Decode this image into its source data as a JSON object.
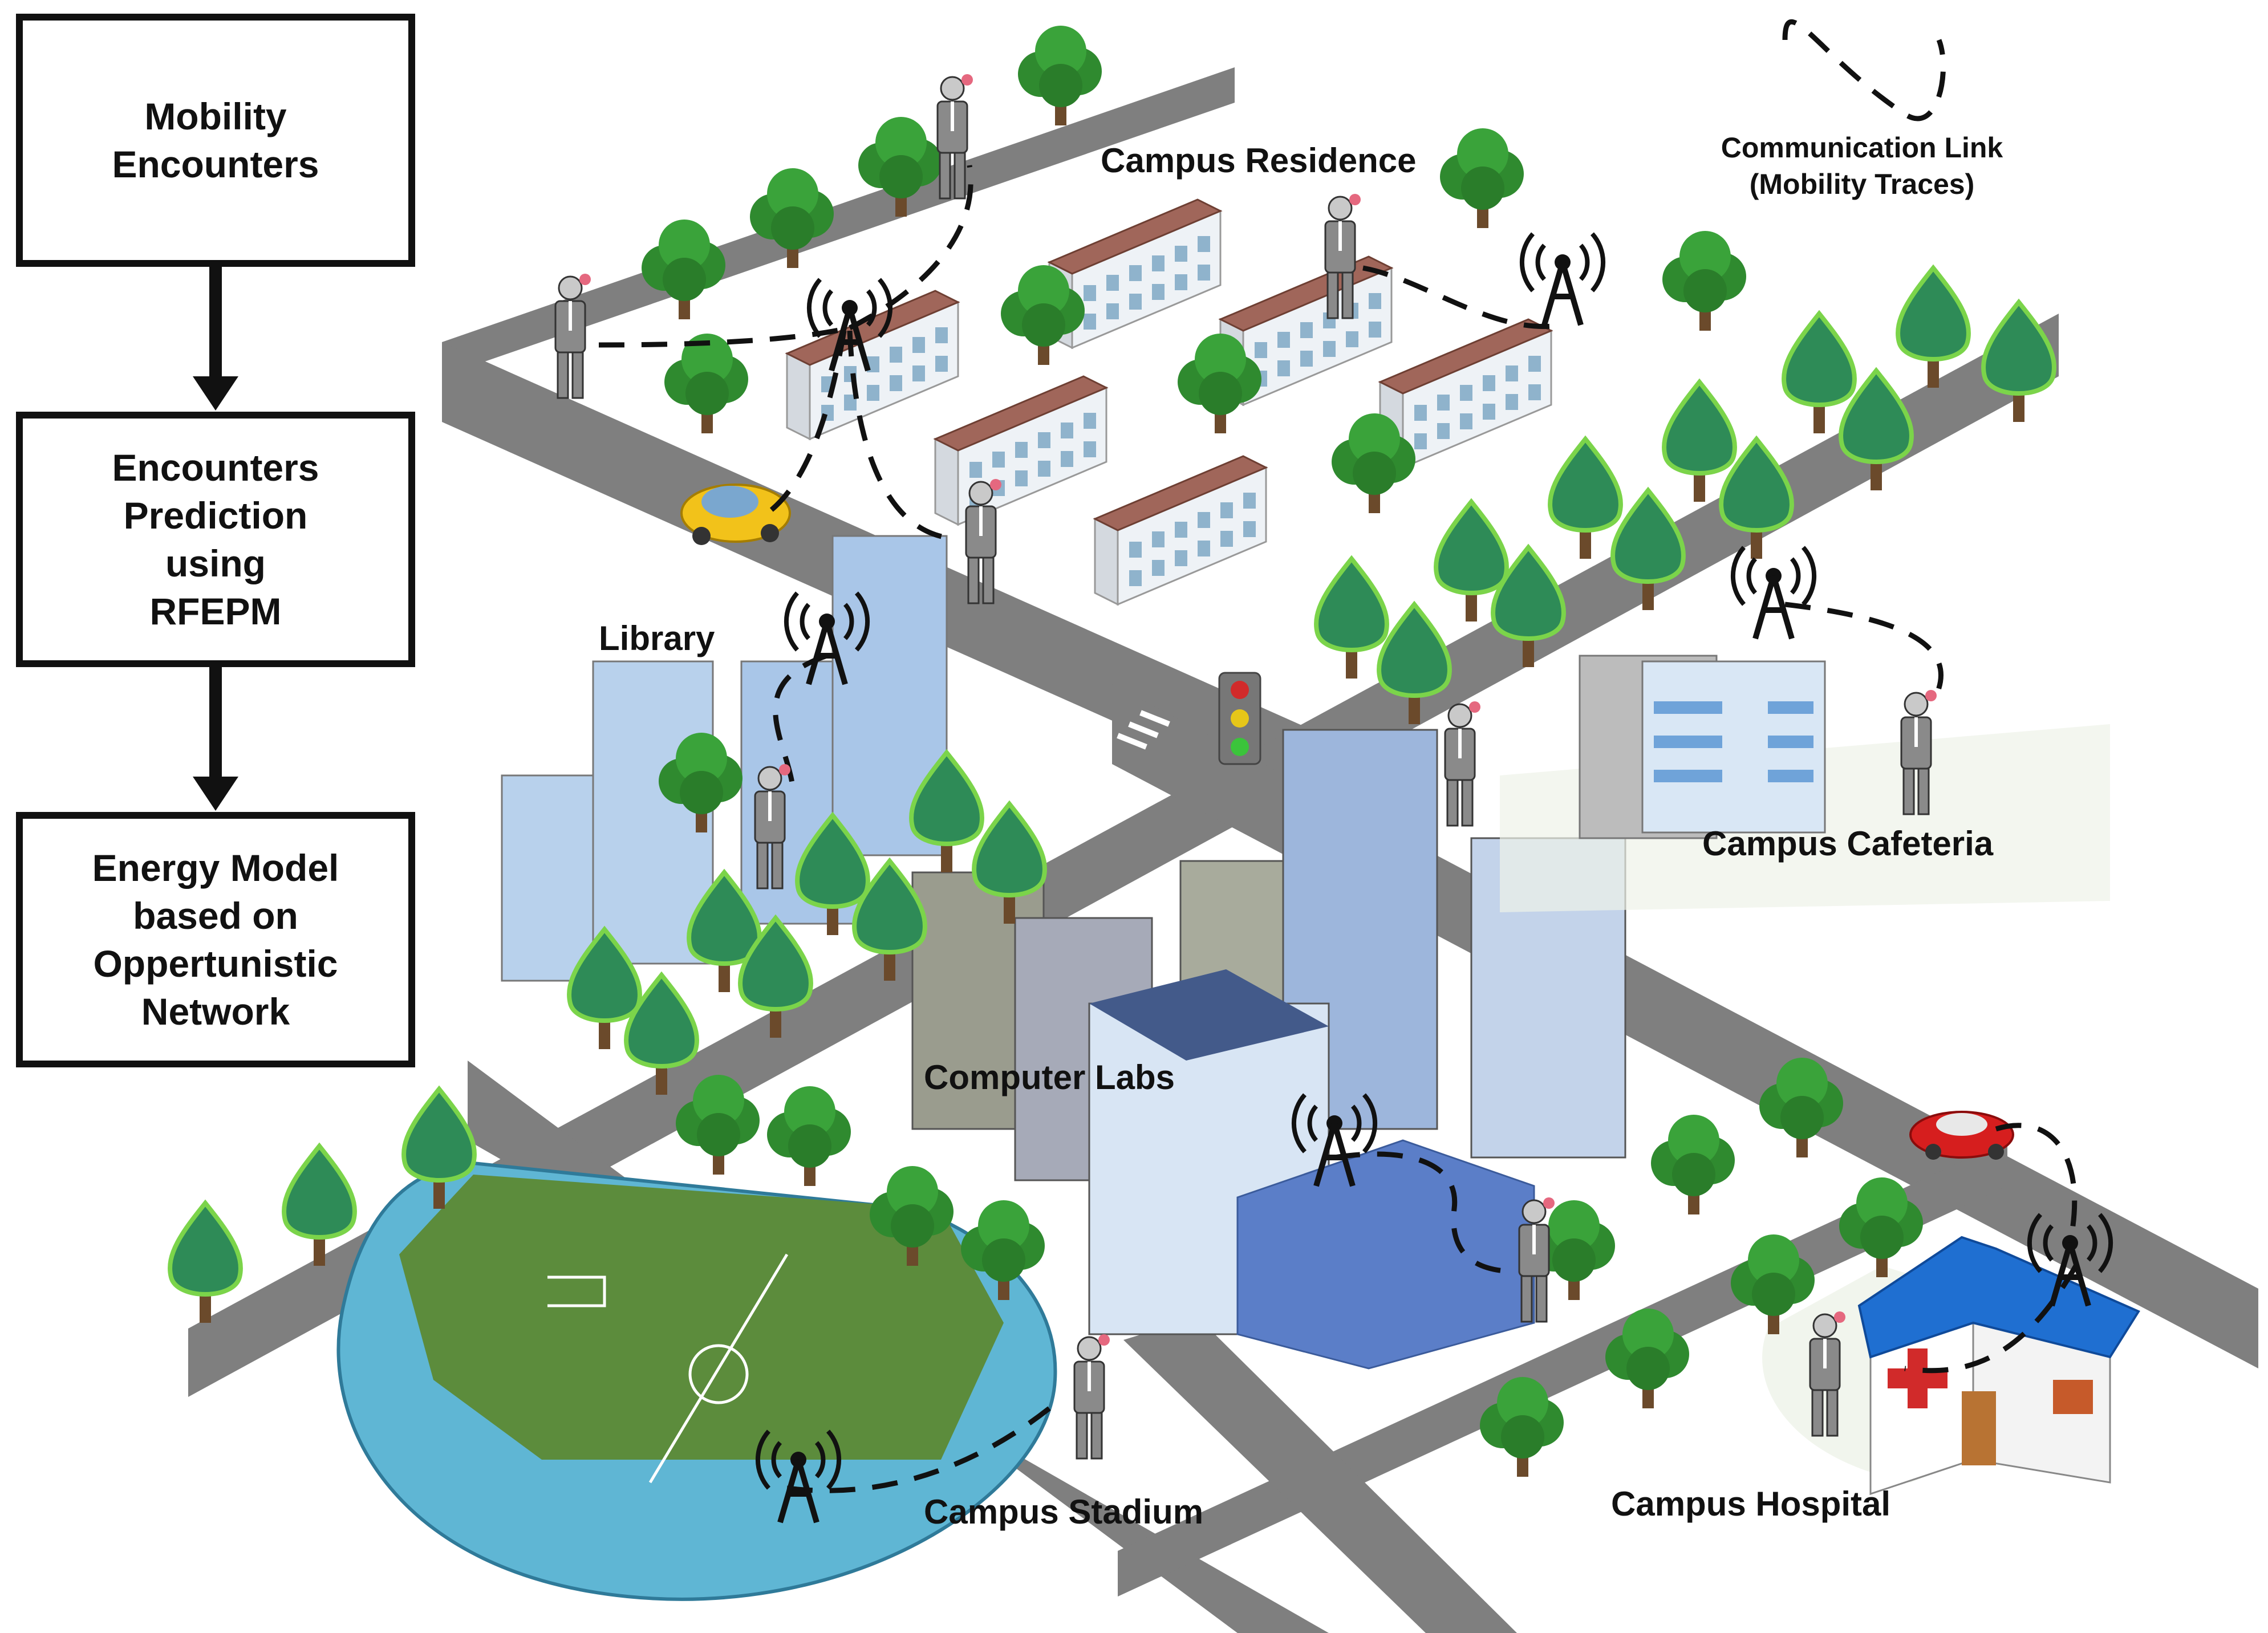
{
  "flowchart": {
    "steps": [
      {
        "label": "Mobility\nEncounters"
      },
      {
        "label": "Encounters\nPrediction\nusing\nRFEPM"
      },
      {
        "label": "Energy Model\nbased on\nOppertunistic\nNetwork"
      }
    ]
  },
  "legend": {
    "line1": "Communication Link",
    "line2": "(Mobility Traces)"
  },
  "places": {
    "residence": "Campus Residence",
    "library": "Library",
    "cafeteria": "Campus Cafeteria",
    "labs": "Computer Labs",
    "stadium": "Campus Stadium",
    "hospital": "Campus Hospital"
  },
  "colors": {
    "road": "#7f7f7f",
    "tree_green": "#2e8b57",
    "building_blue": "#a9c6e8",
    "roof_brown": "#a0665a",
    "stadium_blue": "#5fb6d4",
    "hospital_roof": "#1f6fd1",
    "link": "#111111"
  },
  "icons": [
    "antenna-tower-icon",
    "person-phone-icon",
    "tree-icon",
    "car-icon",
    "traffic-light-icon"
  ]
}
